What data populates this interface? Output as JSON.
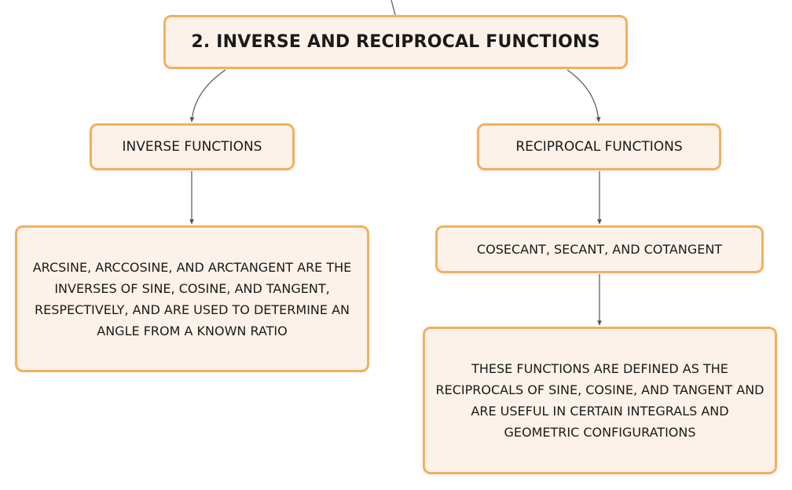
{
  "title": "2. INVERSE AND RECIPROCAL FUNCTIONS",
  "inverse": {
    "label": "INVERSE FUNCTIONS",
    "description": "ARCSINE, ARCCOSINE, AND ARCTANGENT ARE THE INVERSES OF SINE, COSINE, AND TANGENT, RESPECTIVELY, AND ARE USED TO DETERMINE AN ANGLE FROM A KNOWN RATIO"
  },
  "reciprocal": {
    "label": "RECIPROCAL FUNCTIONS",
    "subtopic": "COSECANT, SECANT, AND COTANGENT",
    "description": "THESE FUNCTIONS ARE DEFINED AS THE RECIPROCALS OF SINE, COSINE, AND TANGENT AND ARE USEFUL IN CERTAIN INTEGRALS AND GEOMETRIC CONFIGURATIONS"
  },
  "colors": {
    "node_fill": "#fdf2e9",
    "node_border": "#f3b05f",
    "connector": "#555555"
  }
}
